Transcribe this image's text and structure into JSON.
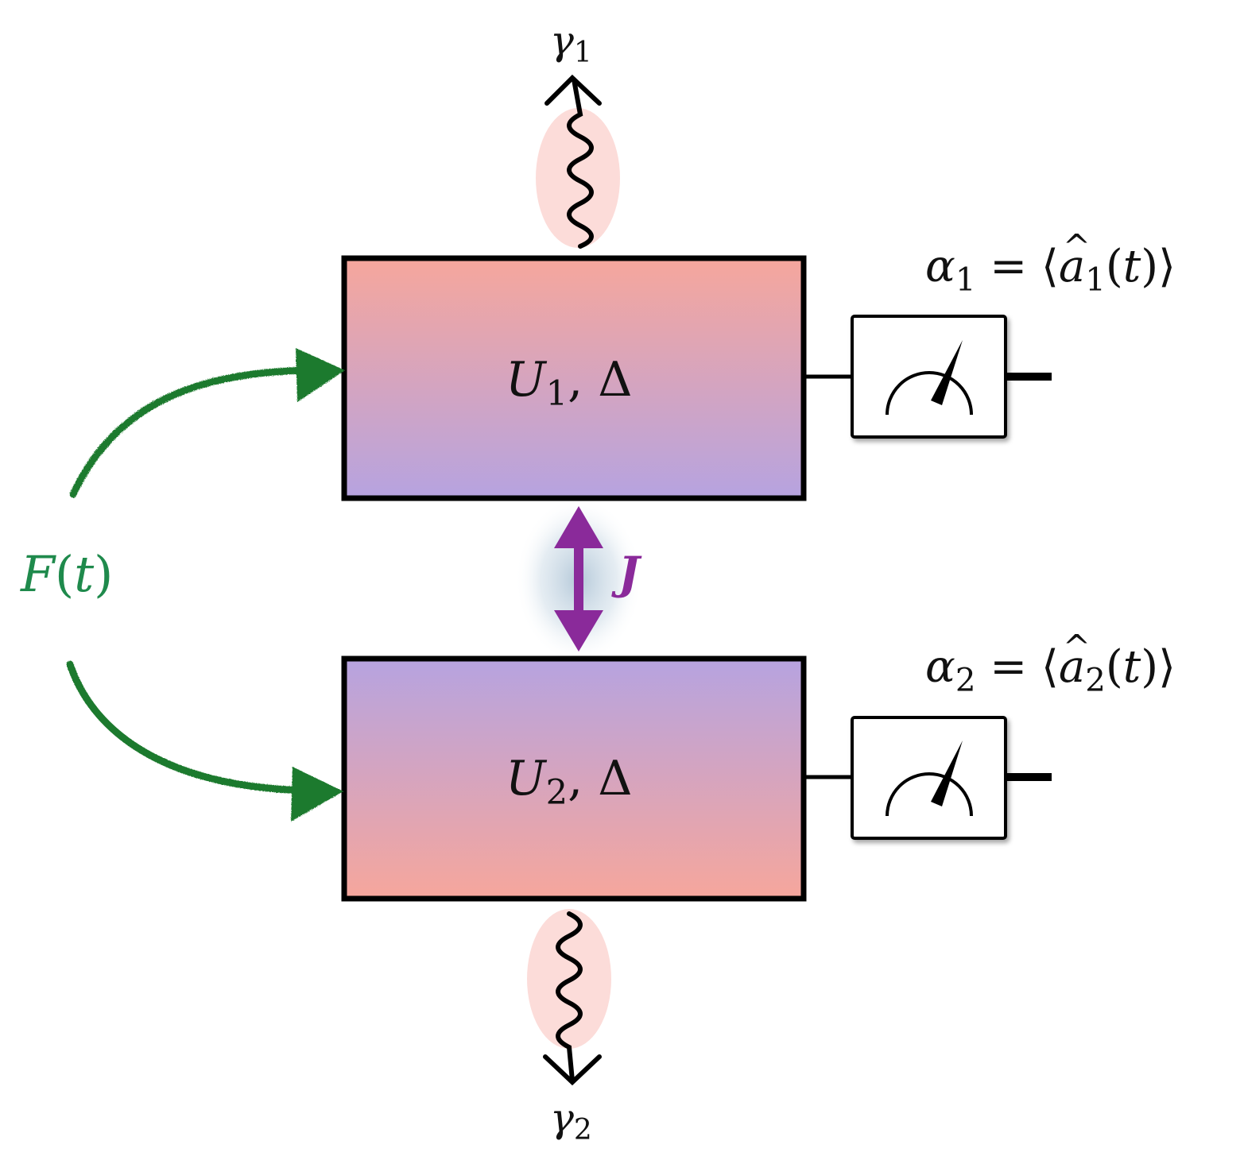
{
  "diagram": {
    "cavity_top": {
      "nonlinearity": "U",
      "index": "1",
      "detuning": "Δ"
    },
    "cavity_bottom": {
      "nonlinearity": "U",
      "index": "2",
      "detuning": "Δ"
    },
    "loss_top": {
      "symbol": "γ",
      "index": "1"
    },
    "loss_bottom": {
      "symbol": "γ",
      "index": "2"
    },
    "coupling": {
      "symbol": "J"
    },
    "drive": {
      "func": "F",
      "arg": "t"
    },
    "observable_top": {
      "lhs": "α",
      "lhs_index": "1",
      "op": "a",
      "op_index": "1",
      "arg": "t"
    },
    "observable_bottom": {
      "lhs": "α",
      "lhs_index": "2",
      "op": "a",
      "op_index": "2",
      "arg": "t"
    },
    "colors": {
      "cavity_pink": "#f6a69c",
      "cavity_lavender": "#b6a3e0",
      "loss_glow": "#fbd0cc",
      "drive_green": "#1f7a2e",
      "coupling_purple": "#8a2a9a",
      "coupling_glow": "#9bb6cc"
    }
  }
}
